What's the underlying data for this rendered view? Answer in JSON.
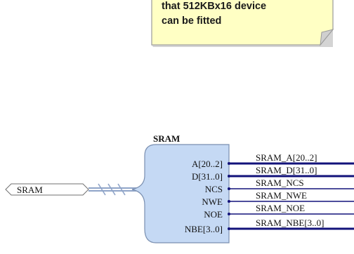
{
  "note": {
    "lines": [
      "that 512KBx16 device",
      "can be fitted"
    ]
  },
  "port": {
    "label": "SRAM"
  },
  "component": {
    "title": "SRAM",
    "pins": [
      "A[20..2]",
      "D[31..0]",
      "NCS",
      "NWE",
      "NOE",
      "NBE[3..0]"
    ]
  },
  "nets": [
    "SRAM_A[20..2]",
    "SRAM_D[31..0]",
    "SRAM_NCS",
    "SRAM_NWE",
    "SRAM_NOE",
    "SRAM_NBE[3..0]"
  ],
  "colors": {
    "note_fill": "#ffffc4",
    "note_border": "#9a9a9a",
    "component_fill": "#c5d9f4",
    "wire": "#12127a",
    "bus_harness": "#8fa4c8"
  }
}
